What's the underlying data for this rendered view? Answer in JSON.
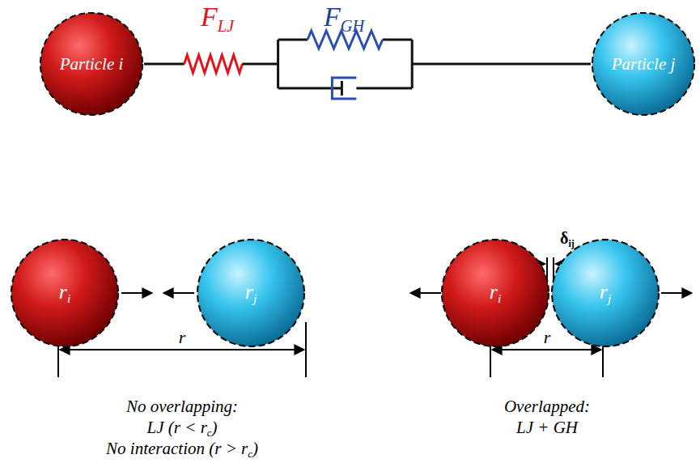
{
  "diagram": {
    "nodes": [
      {
        "text": [
          "Particle i"
        ]
      },
      {
        "text": [
          "Particle j"
        ]
      },
      {
        "text": [
          "r",
          "i"
        ]
      },
      {
        "text": [
          "r",
          "j"
        ]
      },
      {
        "text": [
          "r",
          "i"
        ]
      },
      {
        "text": [
          "r",
          "j"
        ]
      }
    ],
    "edges": [
      {
        "from": 0,
        "to": 1,
        "arrow": "none"
      }
    ],
    "labels": [
      "F",
      "LJ",
      "F",
      "GH",
      "r",
      "No overlapping:",
      "LJ (r < r",
      "c",
      ")",
      "No interaction (r > r",
      "c",
      ")",
      "δ",
      "ij",
      "r",
      "Overlapped:",
      "LJ + GH"
    ]
  }
}
